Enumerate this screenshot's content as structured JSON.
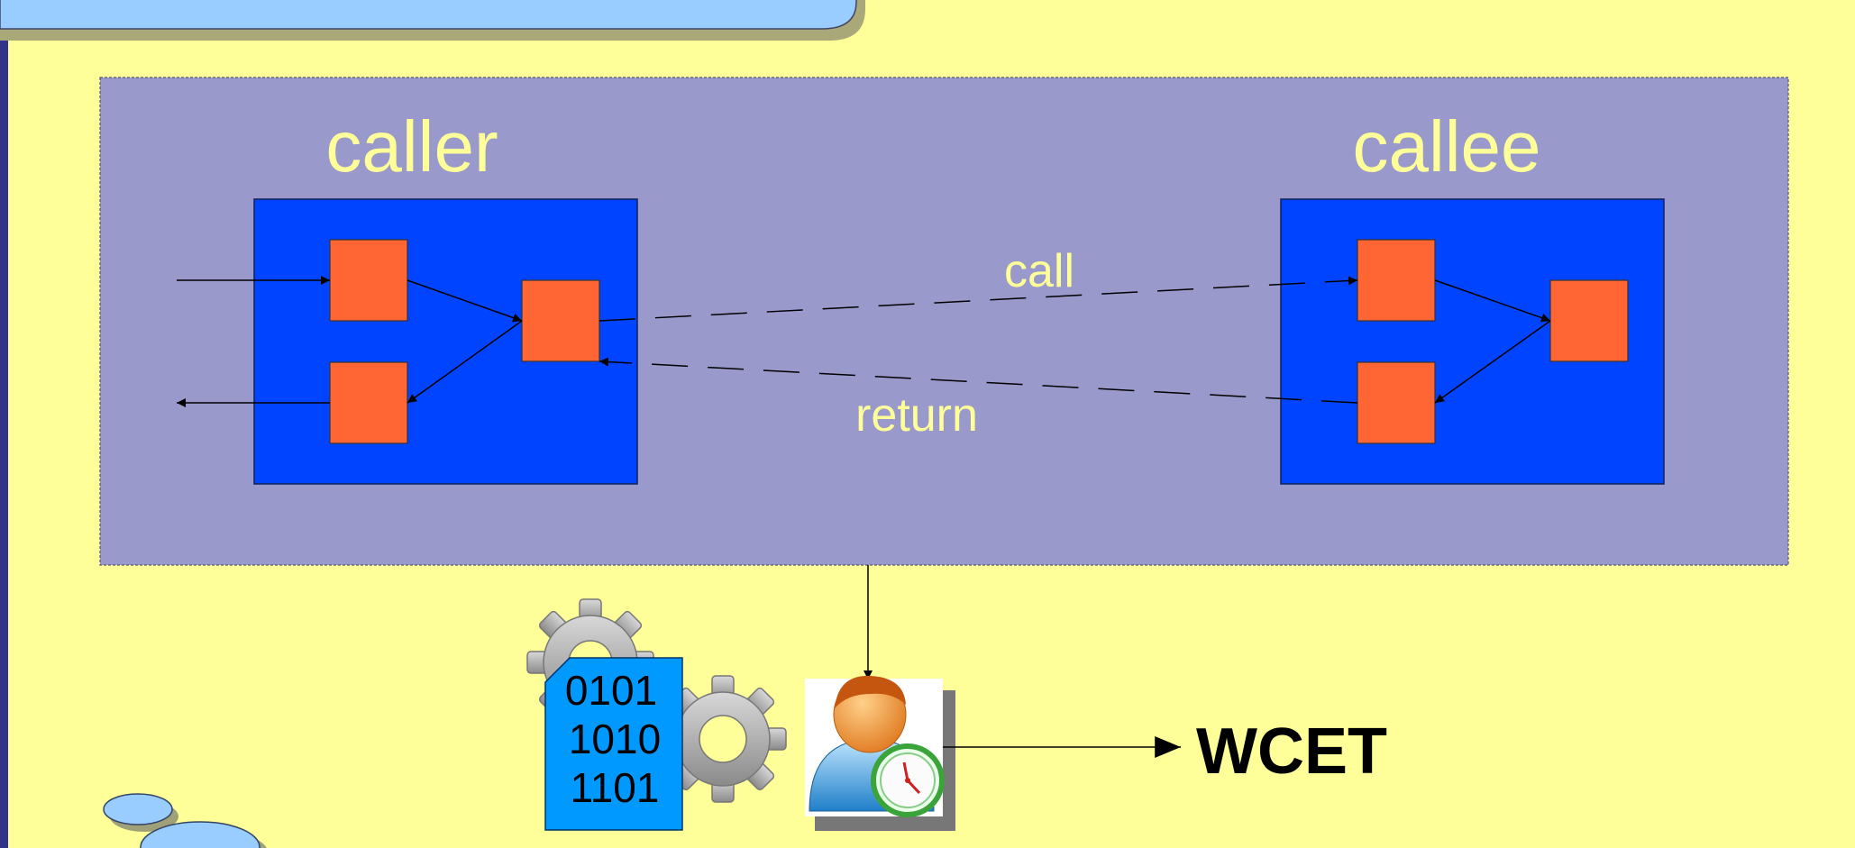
{
  "diagram": {
    "caller_label": "caller",
    "callee_label": "callee",
    "call_label": "call",
    "return_label": "return",
    "binary_lines": [
      "0101",
      "1010",
      "1101"
    ],
    "result_label": "WCET"
  },
  "colors": {
    "background": "#ffff99",
    "panel_fill": "#9999cc",
    "function_box": "#0044ff",
    "basic_block": "#ff6633",
    "title_text": "#ffff99",
    "binary_file": "#0099ff",
    "sidebar": "#33338a",
    "header_tab": "#99ccff"
  },
  "icons": {
    "binary": "binary-file-icon",
    "gear": "gear-icon",
    "analyzer": "user-clock-icon"
  }
}
